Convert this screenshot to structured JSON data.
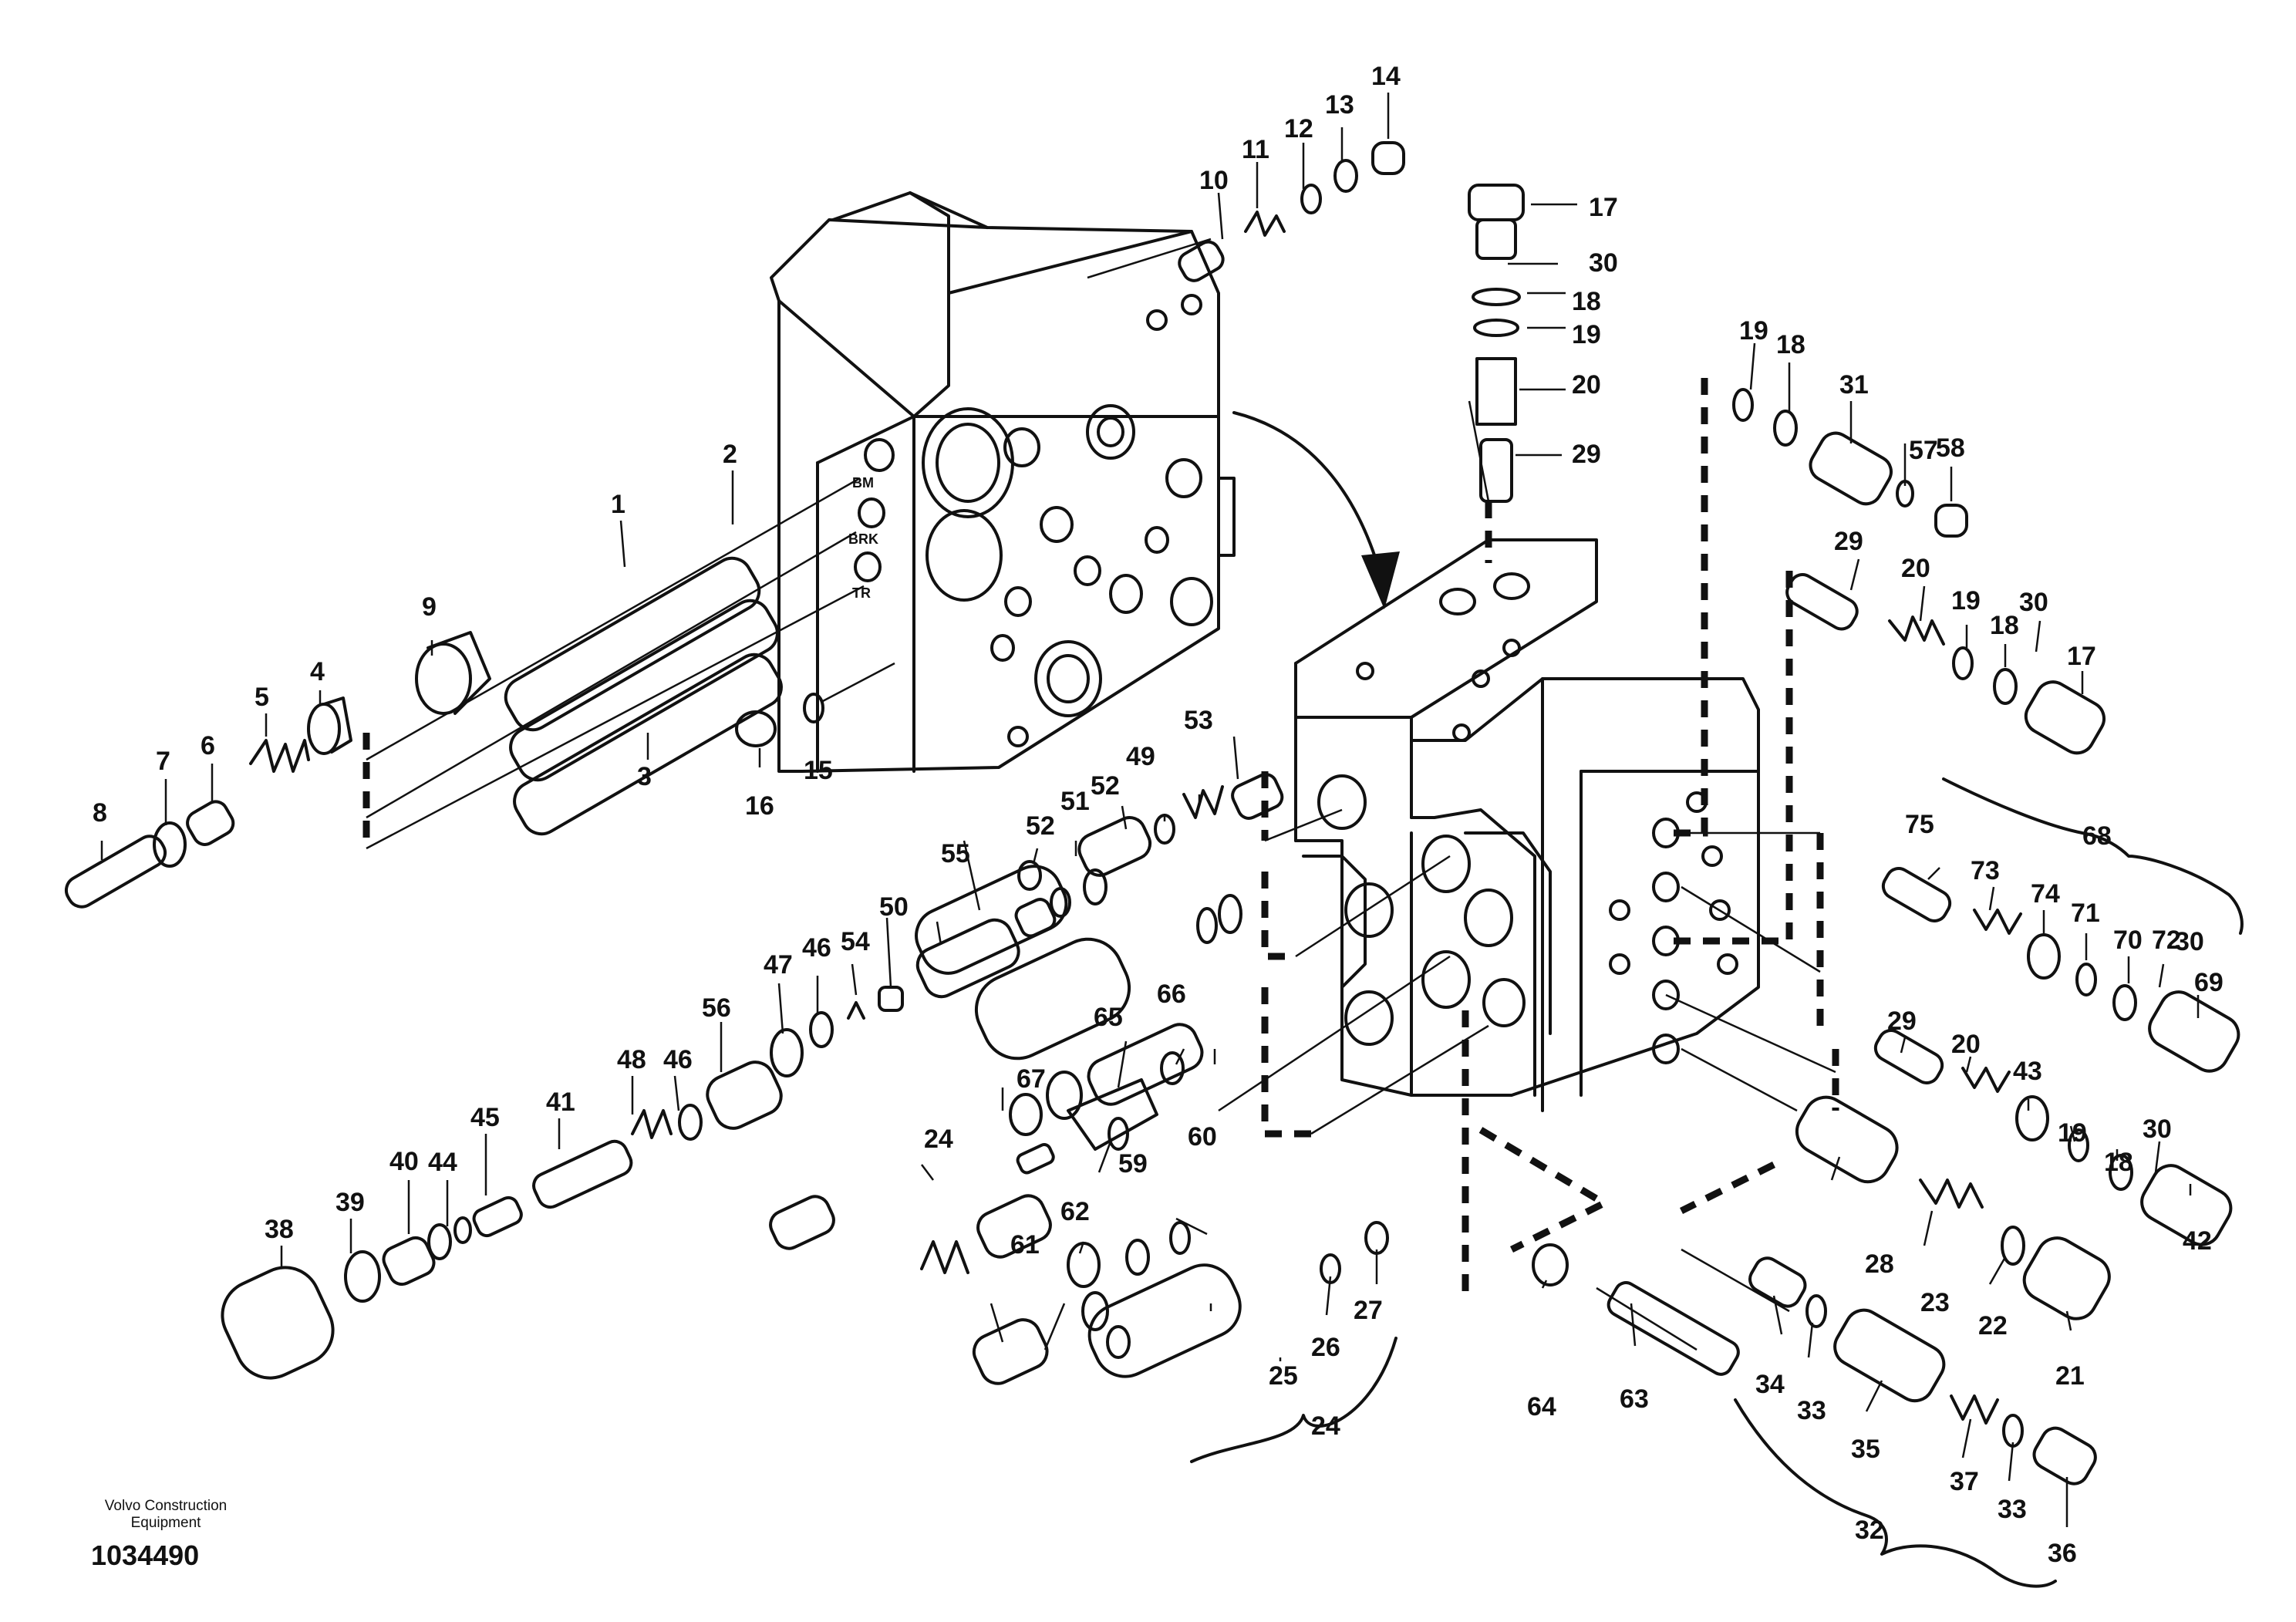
{
  "brand": {
    "line1": "Volvo Construction",
    "line2": "Equipment"
  },
  "document_number": "1034490",
  "body_port_labels": [
    "BM",
    "BRK",
    "TR"
  ],
  "callouts": [
    "1",
    "2",
    "3",
    "4",
    "5",
    "6",
    "7",
    "8",
    "9",
    "10",
    "11",
    "12",
    "13",
    "14",
    "15",
    "16",
    "17",
    "17",
    "18",
    "18",
    "18",
    "18",
    "19",
    "19",
    "19",
    "19",
    "20",
    "20",
    "20",
    "21",
    "22",
    "23",
    "24",
    "24",
    "25",
    "26",
    "27",
    "28",
    "29",
    "29",
    "29",
    "30",
    "30",
    "30",
    "30",
    "31",
    "32",
    "33",
    "33",
    "34",
    "35",
    "36",
    "37",
    "38",
    "39",
    "40",
    "41",
    "42",
    "43",
    "44",
    "45",
    "46",
    "46",
    "47",
    "48",
    "49",
    "50",
    "51",
    "52",
    "52",
    "53",
    "54",
    "55",
    "56",
    "57",
    "58",
    "59",
    "60",
    "61",
    "62",
    "63",
    "64",
    "65",
    "66",
    "67",
    "68",
    "69",
    "70",
    "71",
    "72",
    "73",
    "74",
    "75"
  ]
}
